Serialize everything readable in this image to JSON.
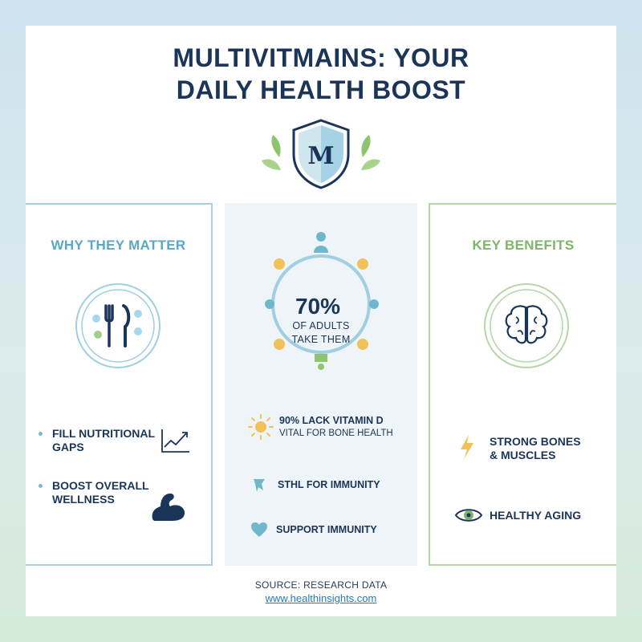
{
  "title": {
    "line1": "MULTIVITMAINS: YOUR",
    "line2": "DAILY HEALTH BOOST"
  },
  "logo": {
    "letter": "M"
  },
  "left": {
    "heading": "WHY THEY MATTER",
    "items": [
      {
        "line1": "FILL NUTRITIONAL",
        "line2": "GAPS",
        "icon": "trend-chart-icon"
      },
      {
        "line1": "BOOST OVERALL",
        "line2": "WELLNESS",
        "icon": "muscle-arm-icon"
      }
    ]
  },
  "middle": {
    "stat_value": "70%",
    "stat_line1": "OF ADULTS",
    "stat_line2": "TAKE THEM",
    "items": [
      {
        "title": "90% LACK VITAMIN D",
        "subtitle": "VITAL FOR BONE HEALTH",
        "icon": "sun-icon"
      },
      {
        "title": "STHL FOR IMMUNITY",
        "icon": "pill-icon"
      },
      {
        "title": "SUPPORT IMMUNITY",
        "icon": "heart-icon"
      }
    ]
  },
  "right": {
    "heading": "KEY BENEFITS",
    "items": [
      {
        "line1": "STRONG BONES",
        "line2": "& MUSCLES",
        "icon": "lightning-icon"
      },
      {
        "line1": "HEALTHY AGING",
        "icon": "eye-icon"
      }
    ]
  },
  "footer": {
    "source": "SOURCE: RESEARCH DATA",
    "url": "www.healthinsights.com"
  },
  "colors": {
    "navy": "#1b3558",
    "blue": "#5aa7c6",
    "green": "#7fb46b",
    "orange": "#f1c25a"
  }
}
